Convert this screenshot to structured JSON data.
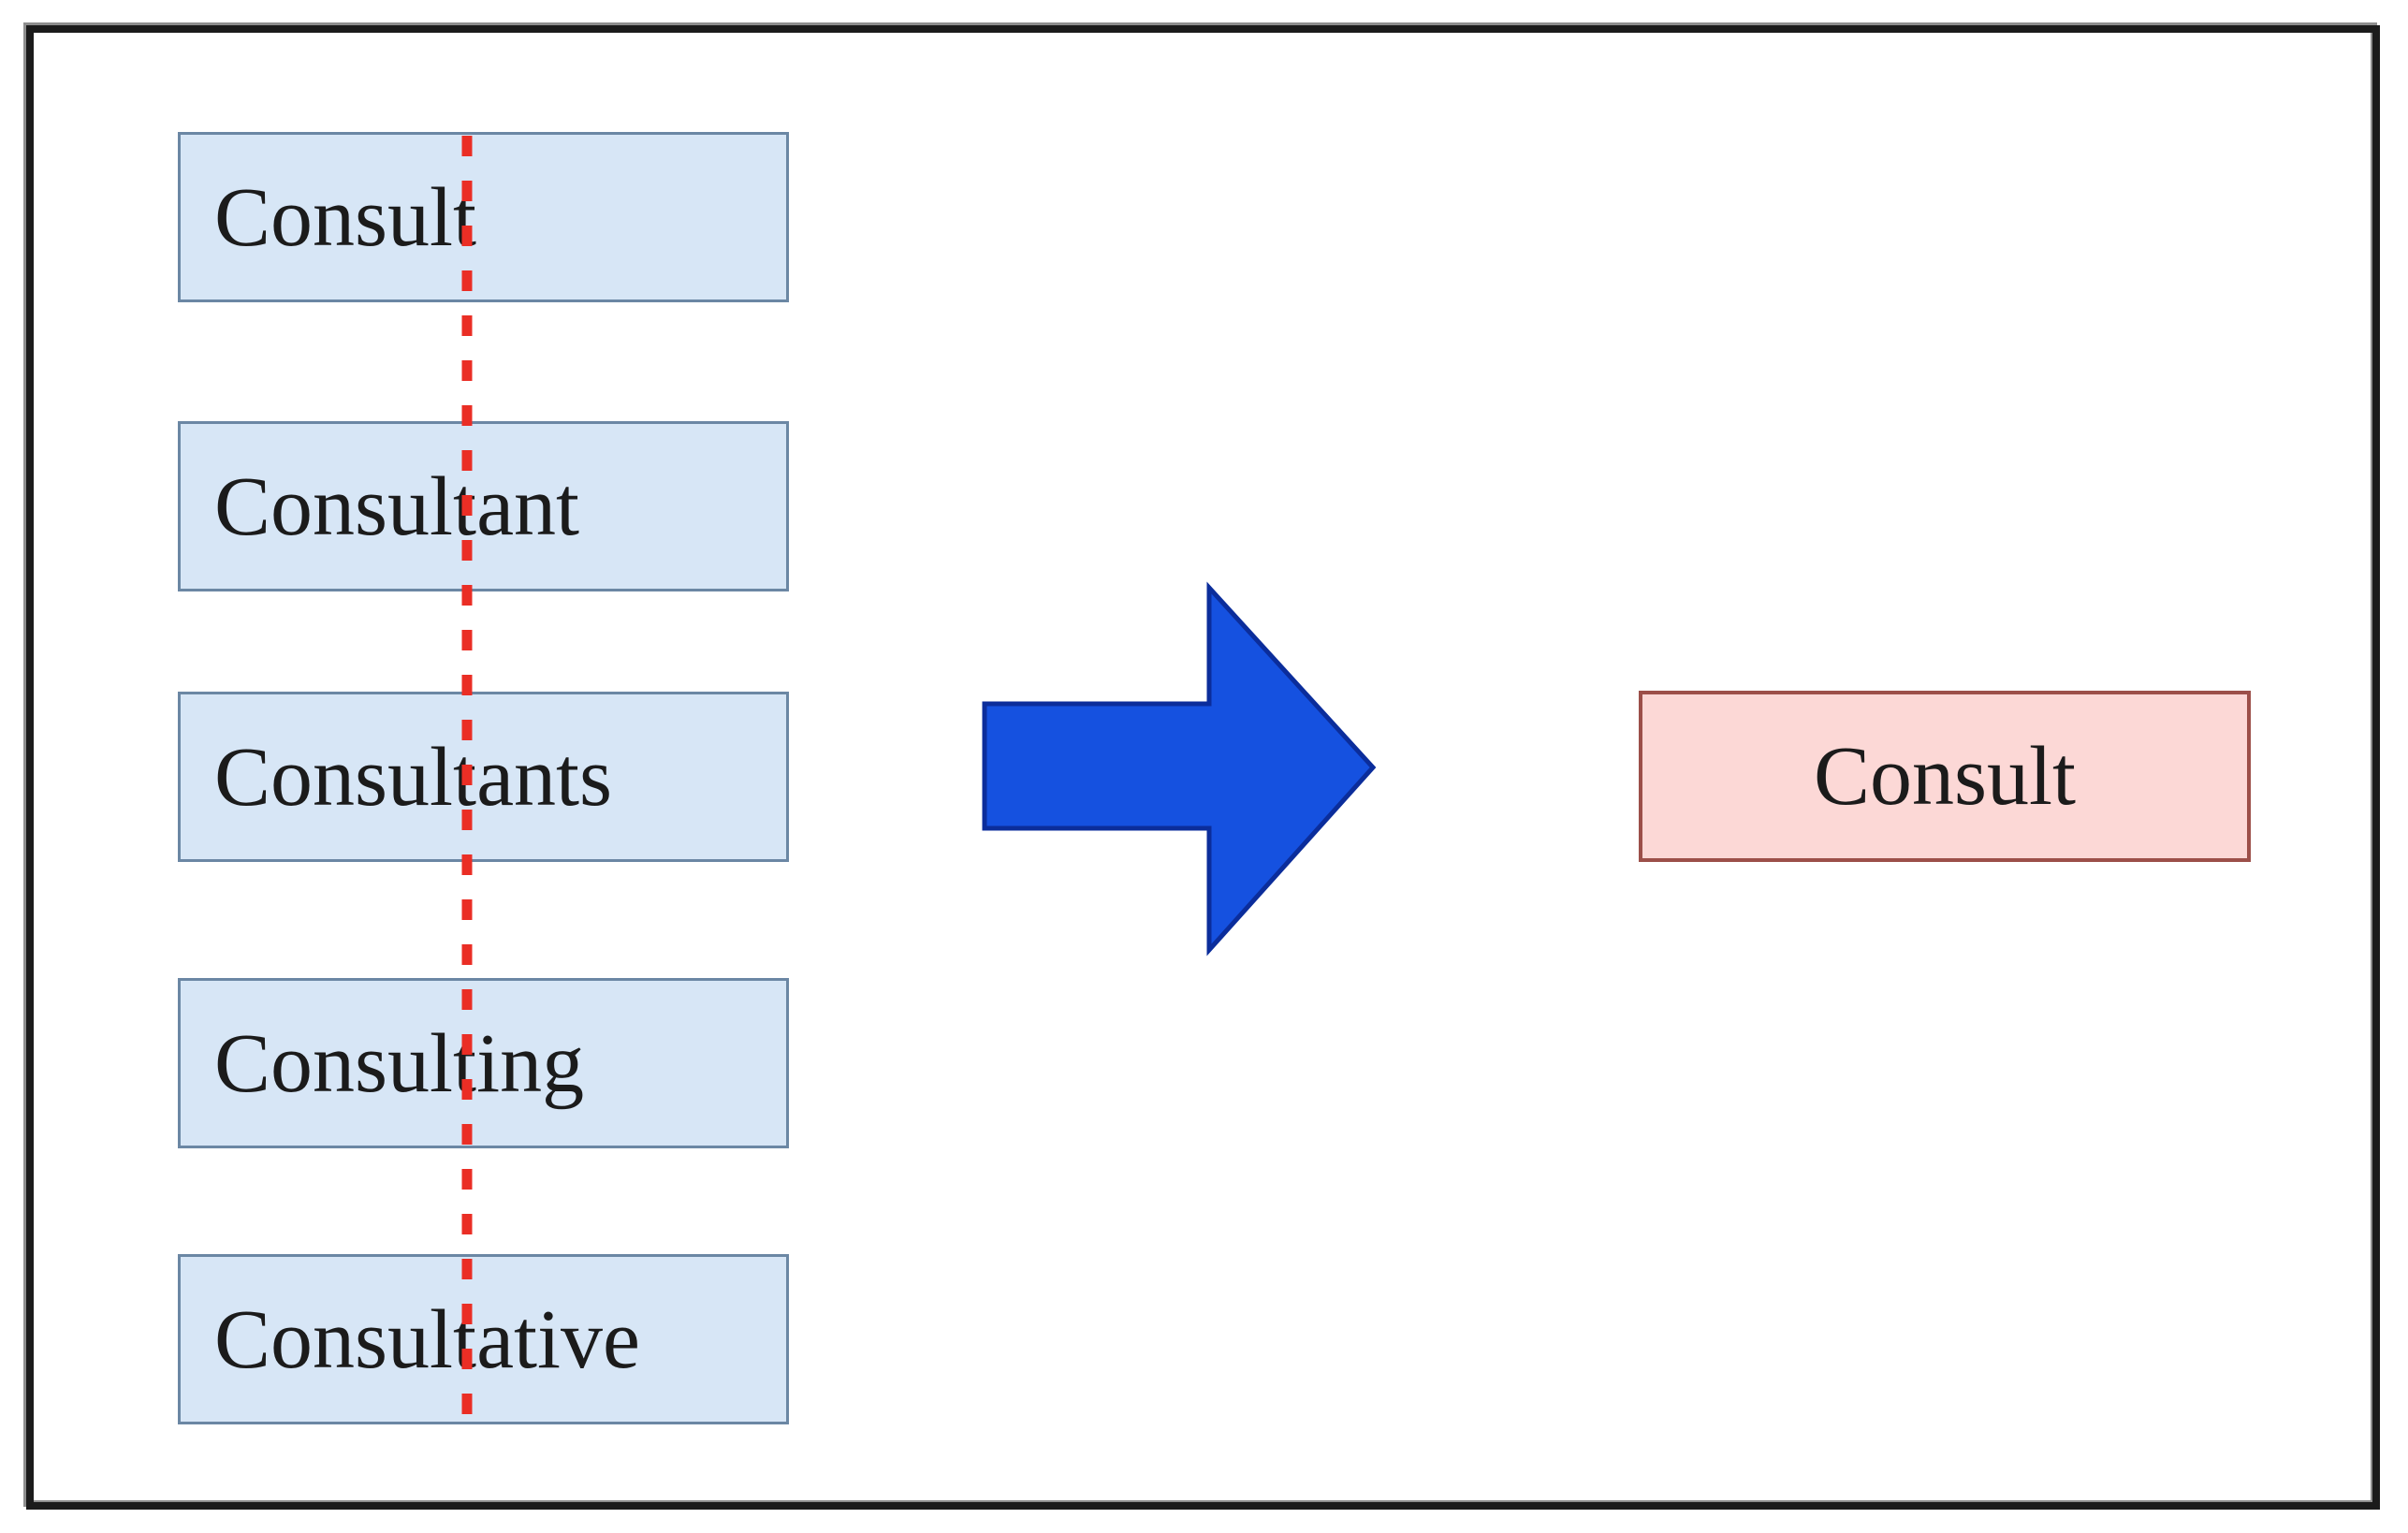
{
  "diagram": {
    "description": "Word stemming illustration: inflected forms reduced to common stem",
    "word_boxes": [
      {
        "label": "Consult"
      },
      {
        "label": "Consultant"
      },
      {
        "label": "Consultants"
      },
      {
        "label": "Consulting"
      },
      {
        "label": "Consultative"
      }
    ],
    "stem_line": {
      "style": "vertical-dashed",
      "color": "#ea2e25",
      "cuts_after_prefix": "Consult"
    },
    "arrow": {
      "direction": "right",
      "fill_color": "#1551e0",
      "border_color": "#0b2d9b"
    },
    "result_box": {
      "label": "Consult",
      "fill_color": "#fcd8d6",
      "border_color": "#9c4f49"
    },
    "colors": {
      "word_box_fill": "#d7e6f6",
      "word_box_border": "#6b87a4",
      "frame_border": "#1b1b1b",
      "text": "#1b1b1b",
      "background": "#ffffff"
    }
  }
}
